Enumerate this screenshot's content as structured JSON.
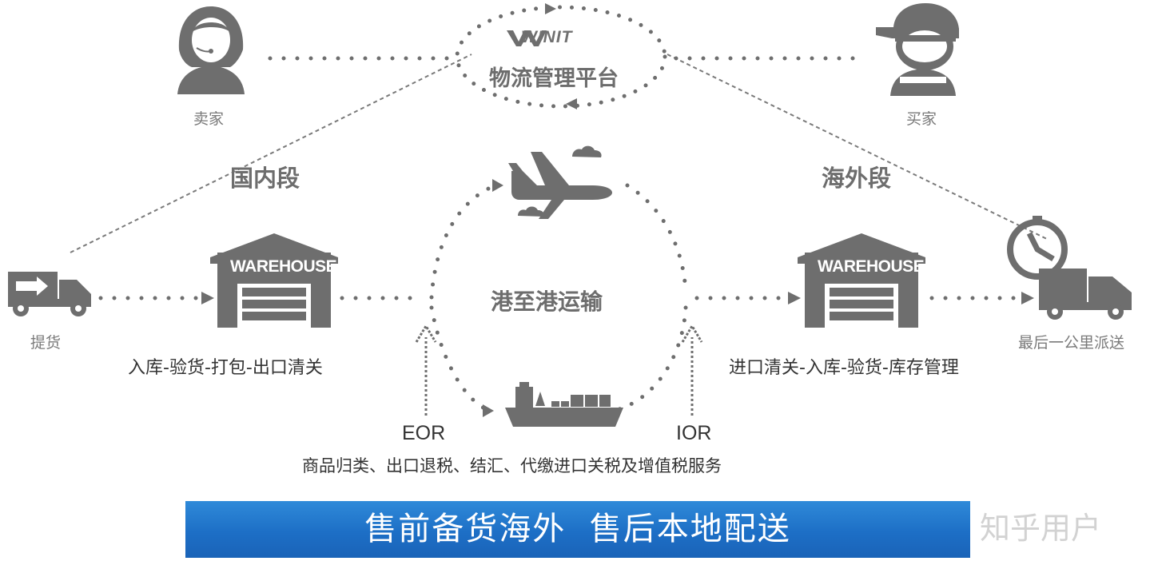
{
  "brand": "WINIT",
  "platform": "物流管理平台",
  "seller": "卖家",
  "buyer": "买家",
  "domestic": "国内段",
  "overseas": "海外段",
  "pickup": "提货",
  "last_mile": "最后一公里派送",
  "port_transport": "港至港运输",
  "warehouse_left": "WAREHOUSE",
  "warehouse_right": "WAREHOUSE",
  "left_steps": "入库-验货-打包-出口清关",
  "right_steps": "进口清关-入库-验货-库存管理",
  "eor": "EOR",
  "ior": "IOR",
  "services": "商品归类、出口退税、结汇、代缴进口关税及增值税服务",
  "banner": "售前备货海外  售后本地配送",
  "watermark": "知乎用户",
  "colors": {
    "icon_gray": "#6e6e6e",
    "banner_blue": "#1d6fc6"
  }
}
